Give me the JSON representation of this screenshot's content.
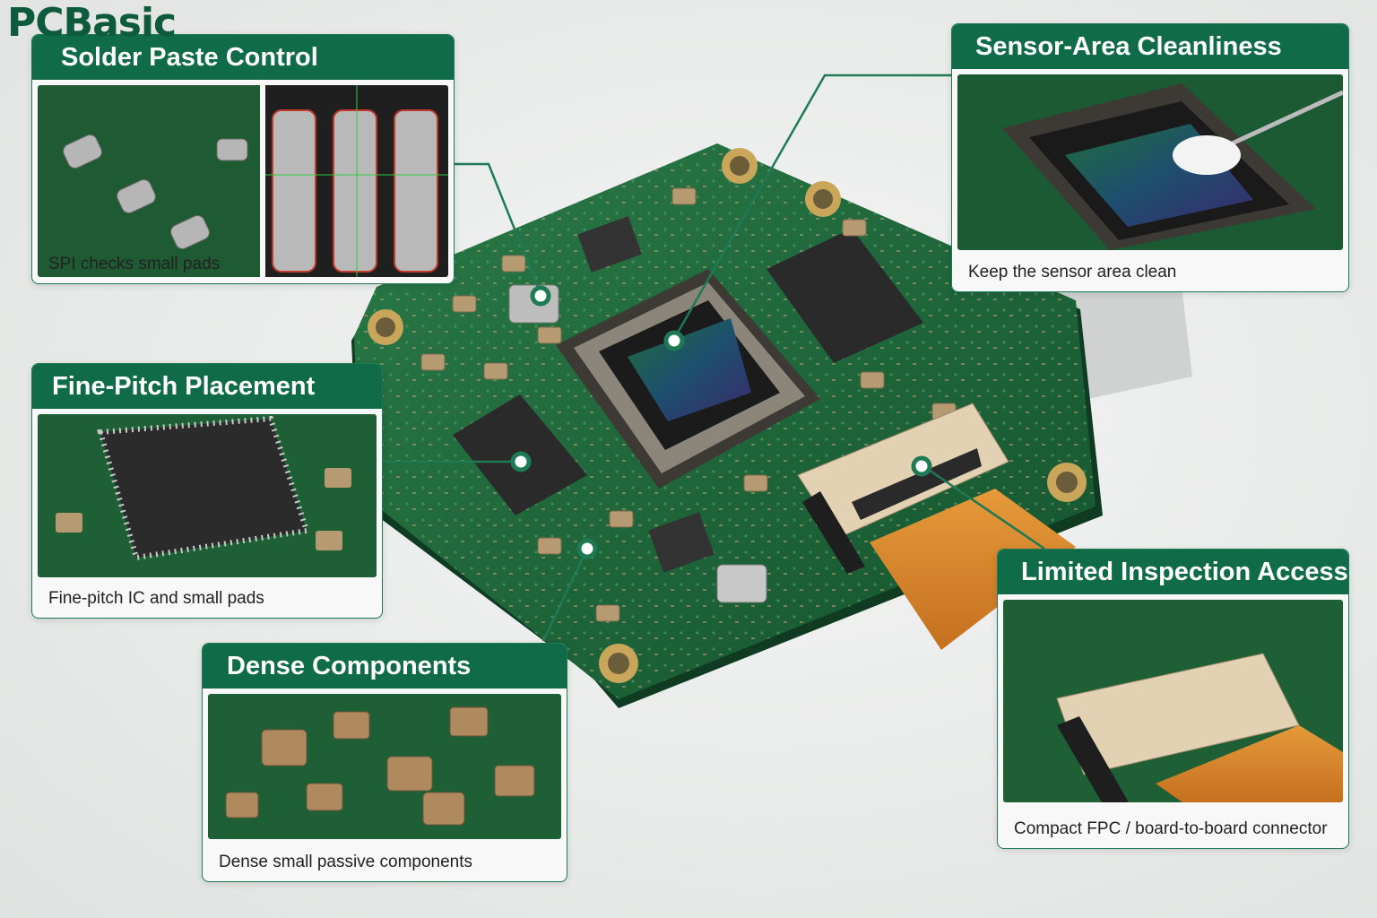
{
  "logo": {
    "text": "PCBasic"
  },
  "callouts": {
    "solder": {
      "title": "Solder Paste Control",
      "caption": "SPI checks small pads"
    },
    "sensor": {
      "title": "Sensor-Area Cleanliness",
      "caption": "Keep the sensor area clean"
    },
    "finepitch": {
      "title": "Fine-Pitch Placement",
      "caption": "Fine-pitch IC and small pads"
    },
    "dense": {
      "title": "Dense Components",
      "caption": "Dense small passive components"
    },
    "connector": {
      "title": "Limited Inspection Access",
      "caption": "Compact FPC / board-to-board connector"
    }
  },
  "colors": {
    "brand": "#0f6b48",
    "pcb": "#1f6b3c",
    "fpc": "#d9822b"
  }
}
